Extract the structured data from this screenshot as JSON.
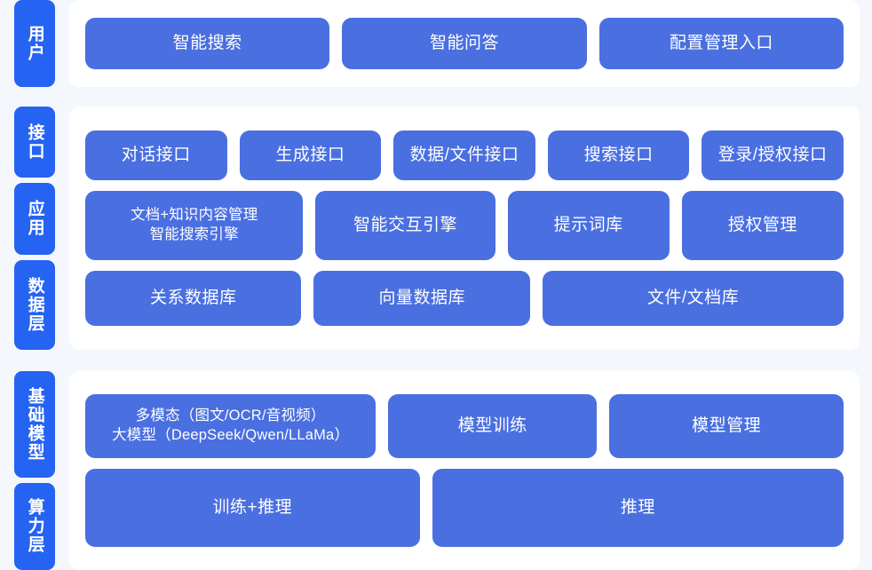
{
  "background_color": "#f4f8fd",
  "panel_color": "#ffffff",
  "rail_tab_color": "#2563f2",
  "card_color": "#4a6fe0",
  "card_text_color": "#ffffff",
  "sections": [
    {
      "name": "user-layer",
      "rail_tabs": [
        {
          "label": "用户"
        }
      ],
      "rows": [
        {
          "name": "user-entries",
          "cards": [
            {
              "label": "智能搜索",
              "flex": 1
            },
            {
              "label": "智能问答",
              "flex": 1
            },
            {
              "label": "配置管理入口",
              "flex": 1
            }
          ]
        }
      ]
    },
    {
      "name": "platform-layer",
      "rail_tabs": [
        {
          "label": "接口"
        },
        {
          "label": "应用"
        },
        {
          "label": "数据层"
        }
      ],
      "rows": [
        {
          "name": "interface-row",
          "cards": [
            {
              "label": "对话接口",
              "flex": 1
            },
            {
              "label": "生成接口",
              "flex": 1
            },
            {
              "label": "数据/文件接口",
              "flex": 1
            },
            {
              "label": "搜索接口",
              "flex": 1
            },
            {
              "label": "登录/授权接口",
              "flex": 1
            }
          ]
        },
        {
          "name": "application-row",
          "cards": [
            {
              "label": "文档+知识内容管理\n智能搜索引擎",
              "flex": 1.38,
              "small": true
            },
            {
              "label": "智能交互引擎",
              "flex": 1.12
            },
            {
              "label": "提示词库",
              "flex": 1
            },
            {
              "label": "授权管理",
              "flex": 1
            }
          ]
        },
        {
          "name": "data-row",
          "cards": [
            {
              "label": "关系数据库",
              "flex": 1
            },
            {
              "label": "向量数据库",
              "flex": 1
            },
            {
              "label": "文件/文档库",
              "flex": 1.42
            }
          ]
        }
      ]
    },
    {
      "name": "infrastructure-layer",
      "rail_tabs": [
        {
          "label": "基础模型"
        },
        {
          "label": "算力层"
        }
      ],
      "rows": [
        {
          "name": "model-row",
          "cards": [
            {
              "label": "多模态（图文/OCR/音视频）\n大模型（DeepSeek/Qwen/LLaMa）",
              "flex": 1.42,
              "small": true
            },
            {
              "label": "模型训练",
              "flex": 1
            },
            {
              "label": "模型管理",
              "flex": 1.13
            }
          ]
        },
        {
          "name": "compute-row",
          "cards": [
            {
              "label": "训练+推理",
              "flex": 1
            },
            {
              "label": "推理",
              "flex": 1.24
            }
          ]
        }
      ]
    }
  ]
}
